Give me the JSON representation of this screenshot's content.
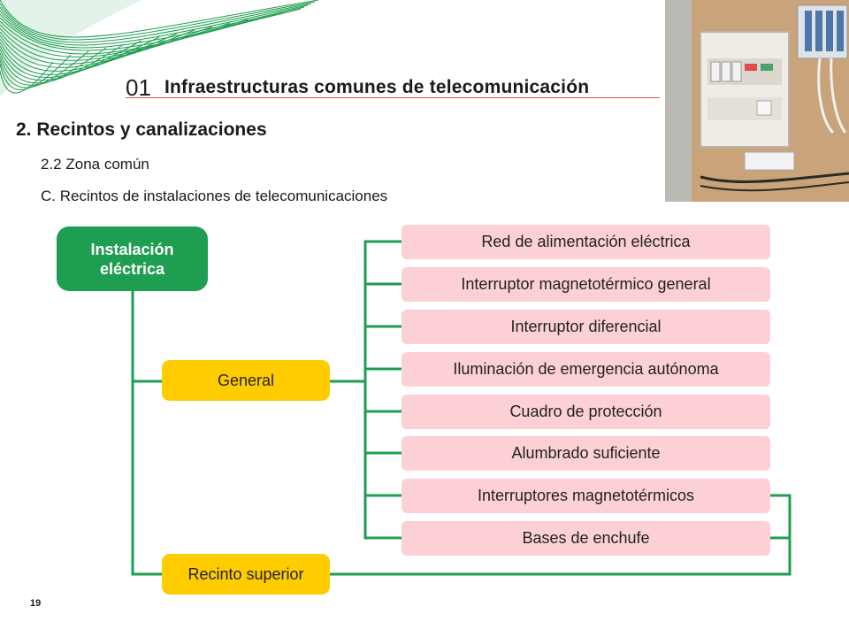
{
  "header": {
    "chapter_number": "01",
    "chapter_title": "Infraestructuras comunes de telecomunicación",
    "section_title": "2. Recintos y canalizaciones",
    "subtitle_zone": "2.2 Zona común",
    "subtitle_topic": "C. Recintos de instalaciones de telecomunicaciones"
  },
  "diagram": {
    "root": "Instalación eléctrica",
    "branches": [
      "General",
      "Recinto superior"
    ],
    "general_items": [
      "Red de alimentación eléctrica",
      "Interruptor magnetotérmico general",
      "Interruptor diferencial",
      "Iluminación de emergencia autónoma",
      "Cuadro de protección",
      "Alumbrado suficiente",
      "Interruptores magnetotérmicos",
      "Bases de enchufe"
    ]
  },
  "footer": {
    "page_number": "19"
  },
  "colors": {
    "connector": "#1e9e50",
    "root_fill": "#1e9e50",
    "branch_fill": "#ffcc00",
    "item_fill": "#fcd0d4",
    "title_rule": "#d9534f"
  }
}
